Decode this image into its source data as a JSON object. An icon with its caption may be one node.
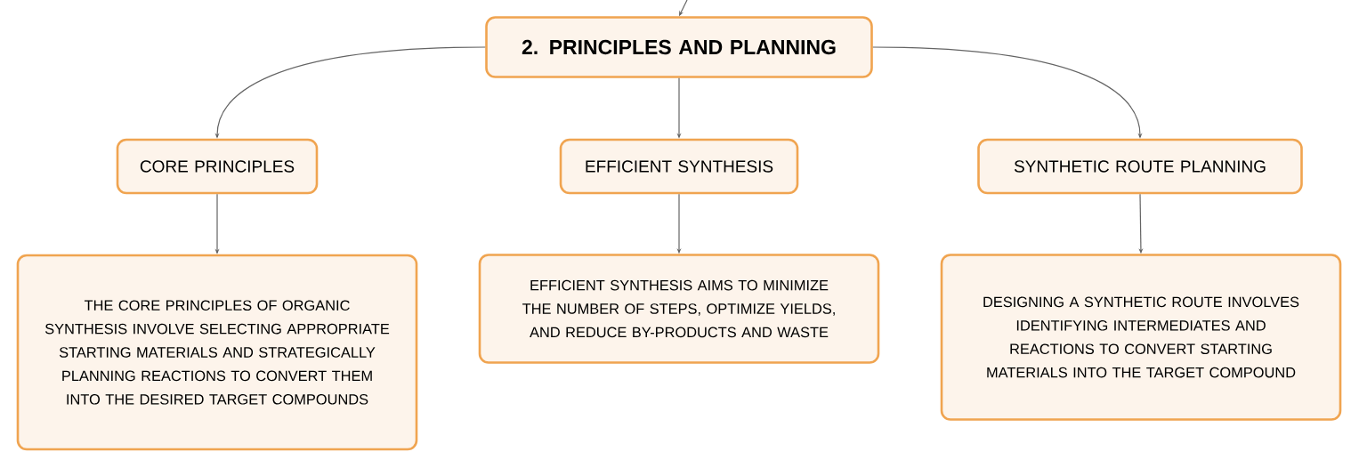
{
  "diagram": {
    "nodes": [
      {
        "text": [
          "2. PRINCIPLES AND PLANNING"
        ]
      },
      {
        "text": [
          "CORE PRINCIPLES"
        ]
      },
      {
        "text": [
          "EFFICIENT SYNTHESIS"
        ]
      },
      {
        "text": [
          "SYNTHETIC ROUTE PLANNING"
        ]
      },
      {
        "text": [
          "THE CORE PRINCIPLES OF ORGANIC SYNTHESIS INVOLVE SELECTING APPROPRIATE STARTING MATERIALS AND STRATEGICALLY PLANNING REACTIONS TO CONVERT THEM INTO THE DESIRED TARGET COMPOUNDS"
        ]
      },
      {
        "text": [
          "EFFICIENT SYNTHESIS AIMS TO MINIMIZE THE NUMBER OF STEPS, OPTIMIZE YIELDS, AND REDUCE BY-PRODUCTS AND WASTE"
        ]
      },
      {
        "text": [
          "DESIGNING A SYNTHETIC ROUTE INVOLVES IDENTIFYING INTERMEDIATES AND REACTIONS TO CONVERT STARTING MATERIALS INTO THE TARGET COMPOUND"
        ]
      }
    ],
    "edges": [
      {
        "from": null,
        "to": 0,
        "arrow": "to"
      },
      {
        "from": 0,
        "to": 1,
        "arrow": "to"
      },
      {
        "from": 0,
        "to": 2,
        "arrow": "to"
      },
      {
        "from": 0,
        "to": 3,
        "arrow": "to"
      },
      {
        "from": 1,
        "to": 4,
        "arrow": "to"
      },
      {
        "from": 2,
        "to": 5,
        "arrow": "to"
      },
      {
        "from": 3,
        "to": 6,
        "arrow": "to"
      }
    ]
  }
}
